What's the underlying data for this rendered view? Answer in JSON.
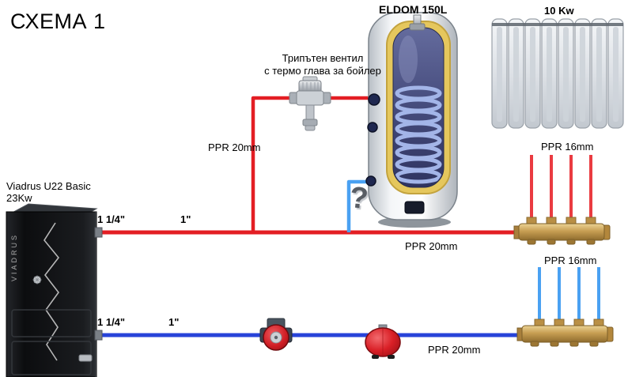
{
  "title": "СХЕМА 1",
  "boiler": {
    "name_line1": "Viadrus U22 Basic",
    "name_line2": "23Kw",
    "brand_vertical": "VIADRUS"
  },
  "water_heater": {
    "label": "ELDOM 150L"
  },
  "radiator": {
    "label": "10 Kw"
  },
  "valve": {
    "label_line1": "Трипътен вентил",
    "label_line2": "с термо глава за бойлер"
  },
  "labels": {
    "riser_ppr": "PPR 20mm",
    "supply_ppr": "PPR 20mm",
    "return_ppr": "PPR 20mm",
    "top_manifold_ppr": "PPR 16mm",
    "bottom_manifold_ppr": "PPR 16mm",
    "supply_size_boiler": "1 1/4\"",
    "supply_size_main": "1\"",
    "return_size_boiler": "1 1/4\"",
    "return_size_main": "1\"",
    "question_mark": "?"
  },
  "colors": {
    "hot_pipe": "#e31e24",
    "return_pipe": "#2743d9",
    "cold_branch": "#4aa1f2",
    "manifold_brass": "#c8a25a"
  }
}
